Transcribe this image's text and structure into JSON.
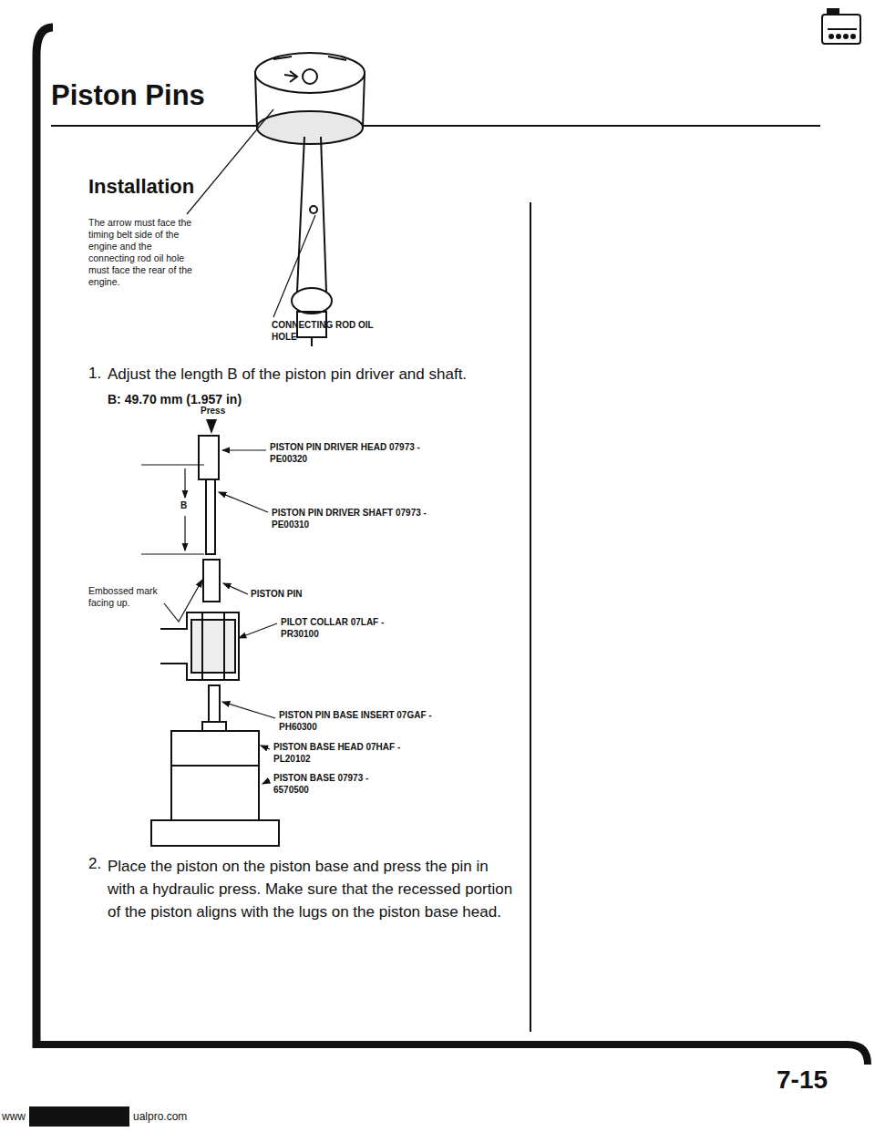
{
  "diagram": {
    "title": "Piston Pins",
    "labels": [
      "Installation",
      "The arrow must face the timing belt side of the engine and the connecting rod oil hole must face the rear of the engine.",
      "CONNECTING ROD OIL HOLE",
      "1.",
      "Adjust the length B of the piston pin driver and shaft.",
      "B: 49.70 mm (1.957 in)",
      "Press",
      "PISTON PIN DRIVER HEAD 07973 - PE00320",
      "B",
      "PISTON PIN DRIVER SHAFT 07973 - PE00310",
      "Embossed mark facing up.",
      "PISTON PIN",
      "PILOT COLLAR 07LAF - PR30100",
      "PISTON PIN BASE INSERT 07GAF - PH60300",
      "PISTON BASE HEAD 07HAF - PL20102",
      "PISTON BASE 07973 - 6570500",
      "2.",
      "Place the piston on the piston base and press the pin in with a hydraulic press. Make sure that the recessed portion of the piston aligns with the lugs on the piston base head.",
      "7-15",
      "www",
      "ualpro.com"
    ]
  }
}
